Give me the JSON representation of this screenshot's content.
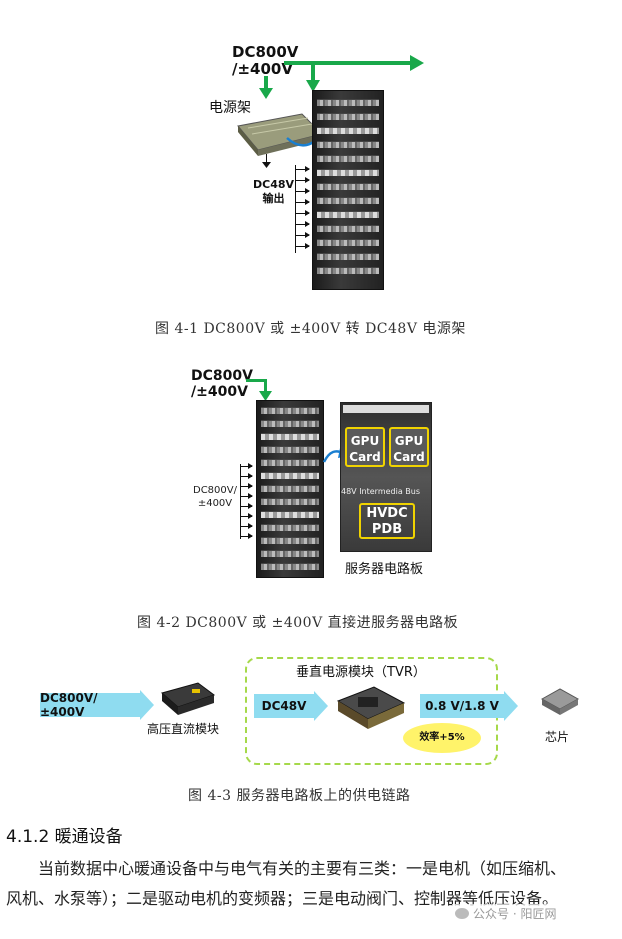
{
  "fig1": {
    "input_label_line1": "DC800V",
    "input_label_line2": "/±400V",
    "shelf_label": "电源架",
    "output_label_line1": "DC48V",
    "output_label_line2": "输出",
    "caption": "图 4-1 DC800V 或 ±400V 转 DC48V 电源架"
  },
  "fig2": {
    "input_label_line1": "DC800V",
    "input_label_line2": "/±400V",
    "side_label_line1": "DC800V/",
    "side_label_line2": "±400V",
    "gpu1_line1": "GPU",
    "gpu1_line2": "Card",
    "gpu2_line1": "GPU",
    "gpu2_line2": "Card",
    "bus_label": "48V Intermedia Bus",
    "pdb_line1": "HVDC",
    "pdb_line2": "PDB",
    "board_label": "服务器电路板",
    "caption": "图 4-2 DC800V 或 ±400V 直接进服务器电路板"
  },
  "fig3": {
    "input_arrow": "DC800V/±400V",
    "module_label": "高压直流模块",
    "mid_arrow": "DC48V",
    "tvr_title": "垂直电源模块（TVR）",
    "out_arrow": "0.8 V/1.8 V",
    "efficiency_badge": "效率+5%",
    "chip_label": "芯片",
    "caption": "图 4-3 服务器电路板上的供电链路"
  },
  "section": {
    "heading": "4.1.2 暖通设备",
    "para_line1": "当前数据中心暖通设备中与电气有关的主要有三类：一是电机（如压缩机、",
    "para_line2": "风机、水泵等）；二是驱动电机的变频器；三是电动阀门、控制器等低压设备。"
  },
  "watermark": "公众号 · 阳匠网",
  "colors": {
    "green_arrow": "#19a84a",
    "cyan_arrow": "#8fdcf0",
    "tvr_border": "#a6d94a",
    "badge_yellow": "#fff36a",
    "gpu_box": "#5a5a5a"
  }
}
